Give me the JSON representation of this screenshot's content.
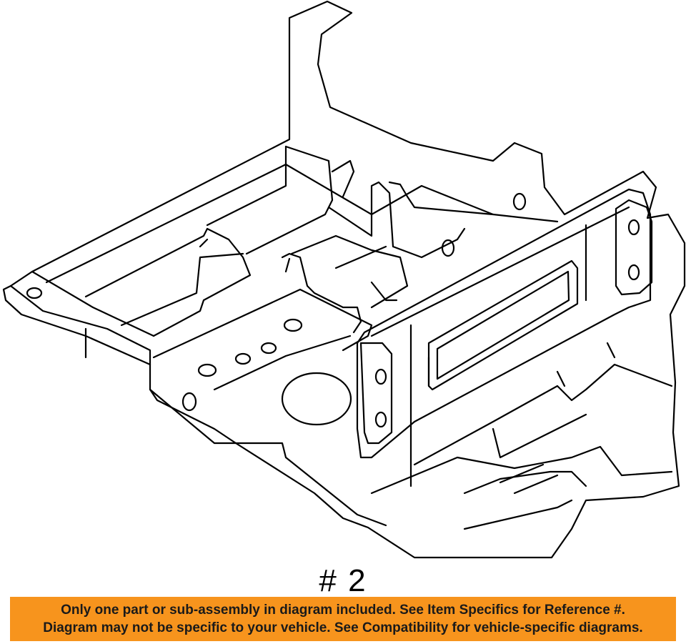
{
  "diagram": {
    "subject": "vehicle floor pan / battery tray sub-assembly line drawing",
    "reference_label": "# 2"
  },
  "notice": {
    "line1": "Only one part or sub-assembly in diagram included. See Item Specifics for Reference #.",
    "line2": "Diagram may not be specific to your vehicle. See Compatibility for vehicle-specific diagrams."
  },
  "colors": {
    "banner_background": "#f7941d",
    "banner_text": "#1a1a1a",
    "line_art": "#000000",
    "page_background": "#ffffff"
  }
}
